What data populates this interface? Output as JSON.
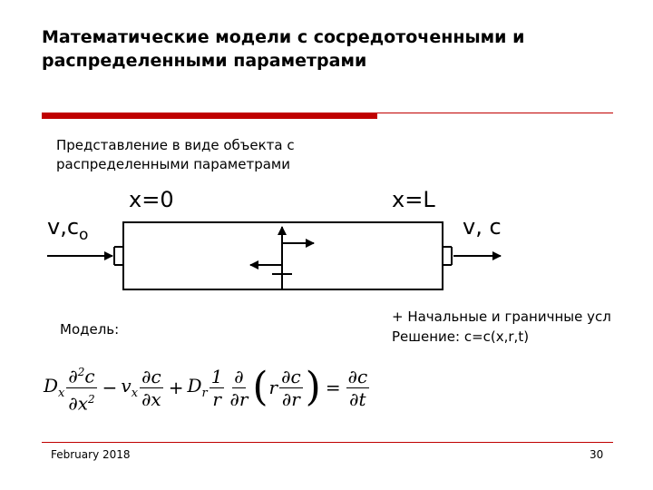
{
  "title": "Математические модели с сосредоточенными и распределенными параметрами",
  "subtitle": "Представление в виде объекта с распределенными параметрами",
  "diagram": {
    "label_x0": "x=0",
    "label_xL": "x=L",
    "label_inlet_v": "v",
    "label_inlet_sep": ",",
    "label_inlet_c": "c",
    "label_inlet_sub": "o",
    "label_outlet_v": "v",
    "label_outlet_sep": ",",
    "label_outlet_c": "c"
  },
  "model_label": "Модель:",
  "notes": {
    "line1": "+ Начальные и граничные усл",
    "line2": "Решение: c=c(x,r,t)"
  },
  "equation": {
    "D": "D",
    "x": "x",
    "r": "r",
    "v": "v",
    "c": "c",
    "t": "t",
    "two": "2",
    "one": "1",
    "d": "∂",
    "minus": "−",
    "plus": "+",
    "eq": "="
  },
  "footer": {
    "date": "February 2018",
    "page": "30"
  },
  "colors": {
    "accent": "#c00000"
  }
}
